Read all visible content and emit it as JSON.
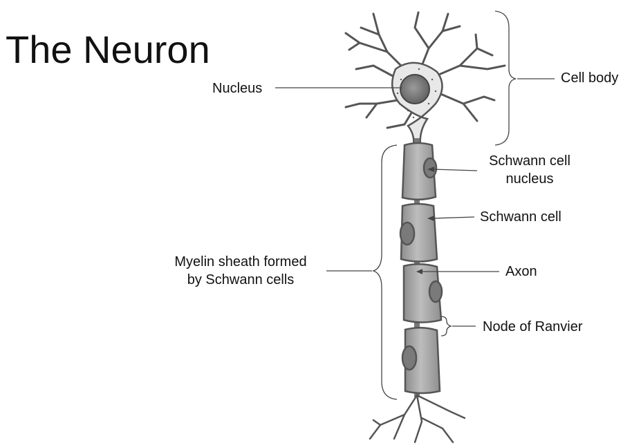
{
  "title": "The Neuron",
  "labels": {
    "nucleus": "Nucleus",
    "cell_body": "Cell body",
    "schwann_nucleus_line1": "Schwann cell",
    "schwann_nucleus_line2": "nucleus",
    "schwann_cell": "Schwann cell",
    "axon": "Axon",
    "node_of_ranvier": "Node of Ranvier",
    "myelin_line1": "Myelin sheath formed",
    "myelin_line2": "by Schwann cells"
  },
  "colors": {
    "ink": "#111111",
    "sketch": "#555555",
    "shade": "#9a9a9a",
    "nucleus_fill": "#7d7d7d"
  }
}
